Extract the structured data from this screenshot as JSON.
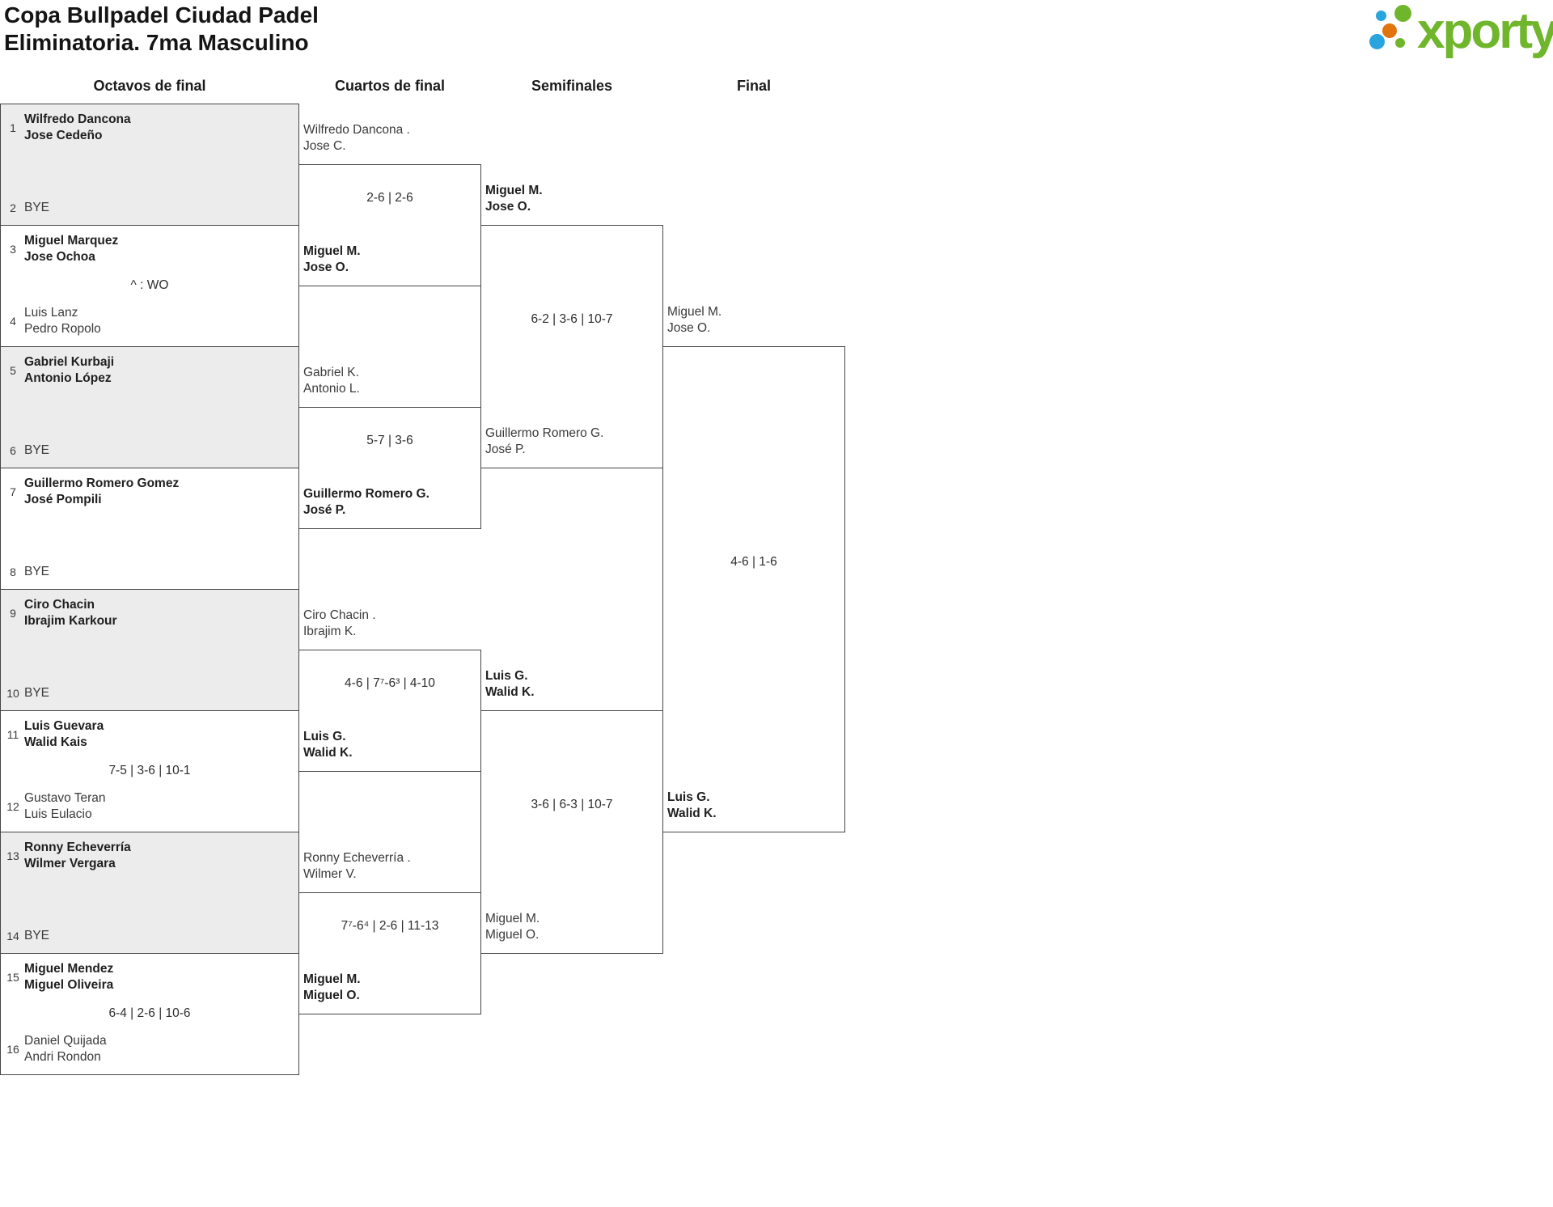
{
  "title": {
    "line1": "Copa Bullpadel Ciudad Padel",
    "line2": "Eliminatoria. 7ma Masculino"
  },
  "logo": {
    "text": "xporty",
    "colors": {
      "green": "#70b62c",
      "blue": "#2aa4dc",
      "orange": "#e2740f"
    }
  },
  "colors": {
    "box_gray": "#ececec",
    "border": "#454545"
  },
  "rounds": [
    "Octavos de final",
    "Cuartos de final",
    "Semifinales",
    "Final"
  ],
  "octavos": [
    {
      "n1": "1",
      "t1l1": "Wilfredo Dancona",
      "t1l2": "Jose Cedeño",
      "n2": "2",
      "t2l1": "BYE",
      "t2l2": "",
      "score": "",
      "winner": "top"
    },
    {
      "n1": "3",
      "t1l1": "Miguel Marquez",
      "t1l2": "Jose Ochoa",
      "n2": "4",
      "t2l1": "Luis Lanz",
      "t2l2": "Pedro Ropolo",
      "score": "^ : WO",
      "winner": "top"
    },
    {
      "n1": "5",
      "t1l1": "Gabriel Kurbaji",
      "t1l2": "Antonio López",
      "n2": "6",
      "t2l1": "BYE",
      "t2l2": "",
      "score": "",
      "winner": "top"
    },
    {
      "n1": "7",
      "t1l1": "Guillermo Romero Gomez",
      "t1l2": "José Pompili",
      "n2": "8",
      "t2l1": "BYE",
      "t2l2": "",
      "score": "",
      "winner": "top"
    },
    {
      "n1": "9",
      "t1l1": "Ciro Chacin",
      "t1l2": "Ibrajim Karkour",
      "n2": "10",
      "t2l1": "BYE",
      "t2l2": "",
      "score": "",
      "winner": "top"
    },
    {
      "n1": "11",
      "t1l1": "Luis Guevara",
      "t1l2": "Walid Kais",
      "n2": "12",
      "t2l1": "Gustavo Teran",
      "t2l2": "Luis Eulacio",
      "score": "7-5 | 3-6 | 10-1",
      "winner": "top"
    },
    {
      "n1": "13",
      "t1l1": "Ronny Echeverría",
      "t1l2": "Wilmer Vergara",
      "n2": "14",
      "t2l1": "BYE",
      "t2l2": "",
      "score": "",
      "winner": "top"
    },
    {
      "n1": "15",
      "t1l1": "Miguel Mendez",
      "t1l2": "Miguel Oliveira",
      "n2": "16",
      "t2l1": "Daniel Quijada",
      "t2l2": "Andri Rondon",
      "score": "6-4 | 2-6 | 10-6",
      "winner": "top"
    }
  ],
  "cuartos": [
    {
      "topl1": "Wilfredo Dancona .",
      "topl2": "Jose C.",
      "score": "2-6 | 2-6",
      "botl1": "Miguel M.",
      "botl2": "Jose O.",
      "winner": "bottom"
    },
    {
      "topl1": "Gabriel K.",
      "topl2": "Antonio L.",
      "score": "5-7 | 3-6",
      "botl1": "Guillermo Romero G.",
      "botl2": "José P.",
      "winner": "bottom"
    },
    {
      "topl1": "Ciro Chacin .",
      "topl2": "Ibrajim K.",
      "score": "4-6 | 7⁷-6³ | 4-10",
      "botl1": "Luis G.",
      "botl2": "Walid K.",
      "winner": "bottom"
    },
    {
      "topl1": "Ronny Echeverría .",
      "topl2": "Wilmer V.",
      "score": "7⁷-6⁴ | 2-6 | 11-13",
      "botl1": "Miguel M.",
      "botl2": "Miguel O.",
      "winner": "bottom"
    }
  ],
  "semifinales": [
    {
      "topl1": "Miguel M.",
      "topl2": "Jose O.",
      "score": "6-2 | 3-6 | 10-7",
      "botl1": "Guillermo Romero G.",
      "botl2": "José P.",
      "winner": "top"
    },
    {
      "topl1": "Luis G.",
      "topl2": "Walid K.",
      "score": "3-6 | 6-3 | 10-7",
      "botl1": "Miguel M.",
      "botl2": "Miguel O.",
      "winner": "top"
    }
  ],
  "final": {
    "topl1": "Miguel M.",
    "topl2": "Jose O.",
    "score": "4-6 | 1-6",
    "botl1": "Luis G.",
    "botl2": "Walid K.",
    "winner": "bottom"
  }
}
